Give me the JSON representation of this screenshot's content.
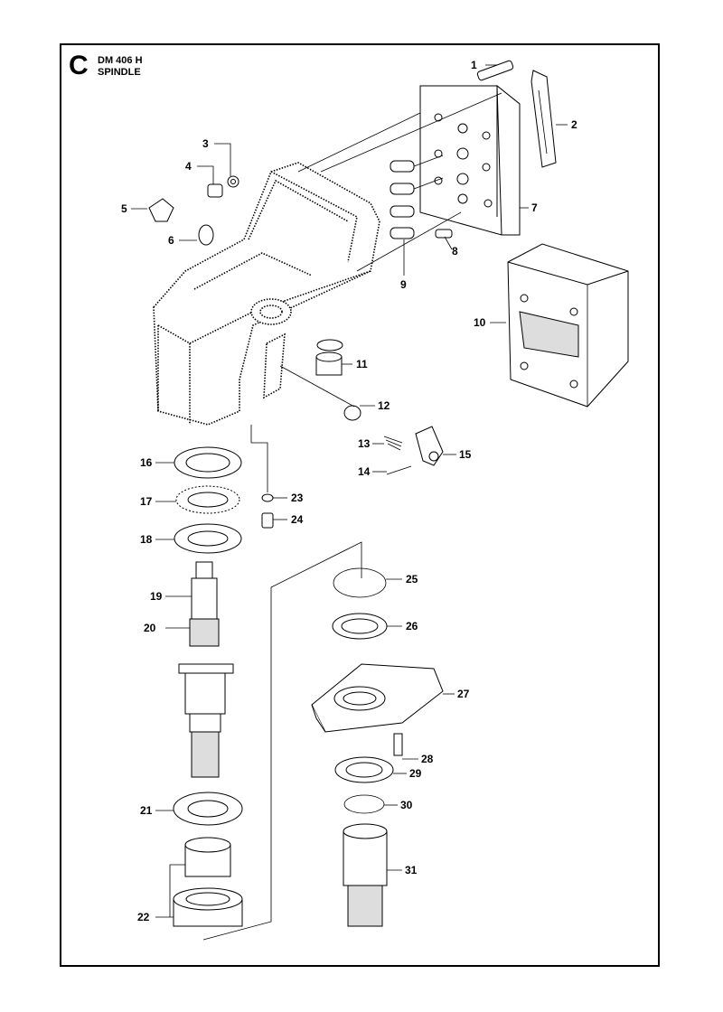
{
  "header": {
    "section_letter": "C",
    "model": "DM 406 H",
    "title": "SPINDLE"
  },
  "callouts": [
    "1",
    "2",
    "3",
    "4",
    "5",
    "6",
    "7",
    "8",
    "9",
    "10",
    "11",
    "12",
    "13",
    "14",
    "15",
    "16",
    "17",
    "18",
    "19",
    "20",
    "21",
    "22",
    "23",
    "24",
    "25",
    "26",
    "27",
    "28",
    "29",
    "30",
    "31"
  ]
}
